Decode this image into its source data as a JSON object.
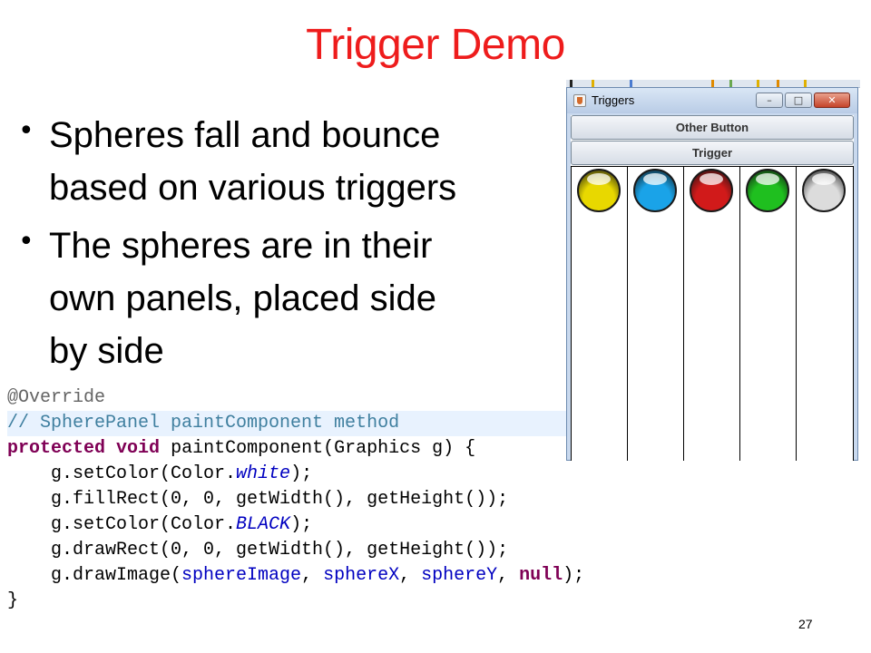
{
  "slide": {
    "title": "Trigger Demo",
    "bullets": [
      "Spheres fall and bounce based on various triggers",
      "The spheres are in their own panels, placed side by side"
    ],
    "page_number": "27"
  },
  "code": {
    "lines": [
      "@Override",
      "// SpherePanel paintComponent method",
      "protected void paintComponent(Graphics g) {",
      "    g.setColor(Color.white);",
      "    g.fillRect(0, 0, getWidth(), getHeight());",
      "    g.setColor(Color.BLACK);",
      "    g.drawRect(0, 0, getWidth(), getHeight());",
      "    g.drawImage(sphereImage, sphereX, sphereY, null);",
      "}"
    ]
  },
  "window": {
    "title": "Triggers",
    "minimize_glyph": "–",
    "maximize_glyph": "□",
    "close_glyph": "✕",
    "buttons": {
      "other": "Other Button",
      "trigger": "Trigger"
    },
    "spheres": [
      {
        "color_name": "yellow",
        "color": "#e8d800"
      },
      {
        "color_name": "blue",
        "color": "#1aa3e8"
      },
      {
        "color_name": "red",
        "color": "#d11a1a"
      },
      {
        "color_name": "green",
        "color": "#1fbf1f"
      },
      {
        "color_name": "white",
        "color": "#dcdcdc"
      }
    ]
  },
  "colors": {
    "title": "#ee1c1c",
    "keyword": "#7f0055",
    "comment": "#3f7f9f",
    "field": "#0000c0"
  }
}
